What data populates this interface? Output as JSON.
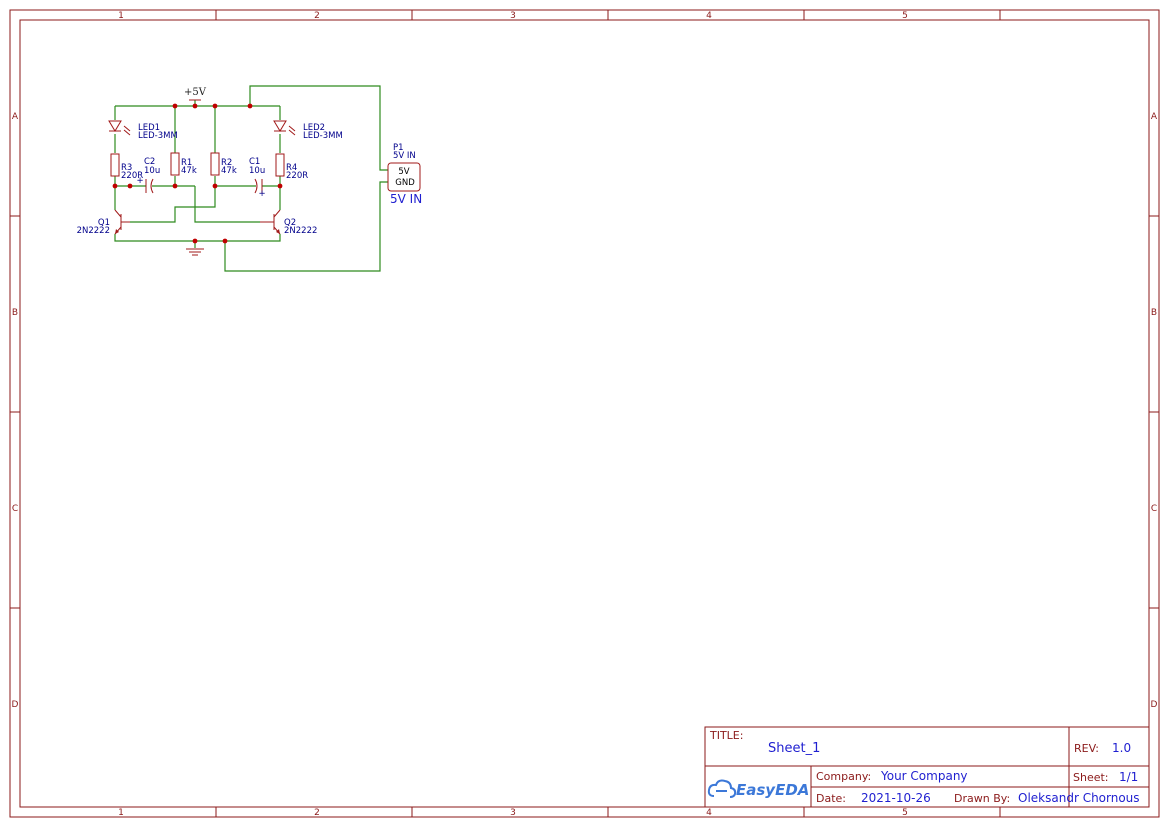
{
  "frame": {
    "columns": [
      "1",
      "2",
      "3",
      "4",
      "5"
    ],
    "rows": [
      "A",
      "B",
      "C",
      "D"
    ]
  },
  "schematic": {
    "power_label": "+5V",
    "components": {
      "led1": {
        "ref": "LED1",
        "value": "LED-3MM"
      },
      "led2": {
        "ref": "LED2",
        "value": "LED-3MM"
      },
      "r3": {
        "ref": "R3",
        "value": "220R"
      },
      "c2": {
        "ref": "C2",
        "value": "10u"
      },
      "r1": {
        "ref": "R1",
        "value": "47k"
      },
      "r2": {
        "ref": "R2",
        "value": "47k"
      },
      "c1": {
        "ref": "C1",
        "value": "10u"
      },
      "r4": {
        "ref": "R4",
        "value": "220R"
      },
      "q1": {
        "ref": "Q1",
        "value": "2N2222"
      },
      "q2": {
        "ref": "Q2",
        "value": "2N2222"
      },
      "p1": {
        "ref": "P1",
        "value": "5V IN",
        "pin1": "5V",
        "pin2": "GND"
      }
    },
    "capacitor_plus": "+",
    "net_label": "5V IN"
  },
  "title_block": {
    "title_label": "TITLE:",
    "title_value": "Sheet_1",
    "rev_label": "REV:",
    "rev_value": "1.0",
    "logo_text": "EasyEDA",
    "company_label": "Company:",
    "company_value": "Your Company",
    "sheet_label": "Sheet:",
    "sheet_value": "1/1",
    "date_label": "Date:",
    "date_value": "2021-10-26",
    "drawn_label": "Drawn By:",
    "drawn_value": "Oleksandr Chornous"
  },
  "colors": {
    "frame": "#8B1A1A",
    "wire": "#2E8B1E",
    "component": "#A11A1A",
    "reference_text": "#00008B",
    "value_text": "#1f1fd0"
  }
}
